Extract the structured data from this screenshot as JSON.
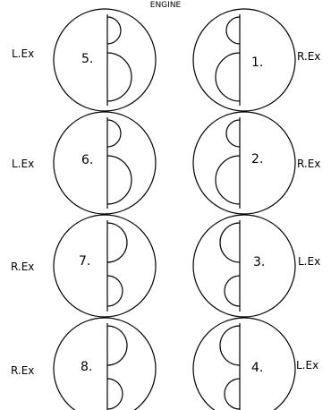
{
  "title": "ENGINE",
  "cylinders": [
    {
      "number": "5.",
      "label": "L.Ex",
      "side": "left",
      "exhaust": "bottom"
    },
    {
      "number": "1.",
      "label": "R.Ex",
      "side": "right",
      "exhaust": "bottom"
    },
    {
      "number": "6.",
      "label": "L.Ex",
      "side": "left",
      "exhaust": "bottom"
    },
    {
      "number": "2.",
      "label": "R.Ex",
      "side": "right",
      "exhaust": "bottom"
    },
    {
      "number": "7.",
      "label": "R.Ex",
      "side": "left",
      "exhaust": "top"
    },
    {
      "number": "3.",
      "label": "L.Ex",
      "side": "right",
      "exhaust": "top"
    },
    {
      "number": "8.",
      "label": "R.Ex",
      "side": "left",
      "exhaust": "top"
    },
    {
      "number": "4.",
      "label": "L.Ex",
      "side": "right",
      "exhaust": "top"
    }
  ]
}
